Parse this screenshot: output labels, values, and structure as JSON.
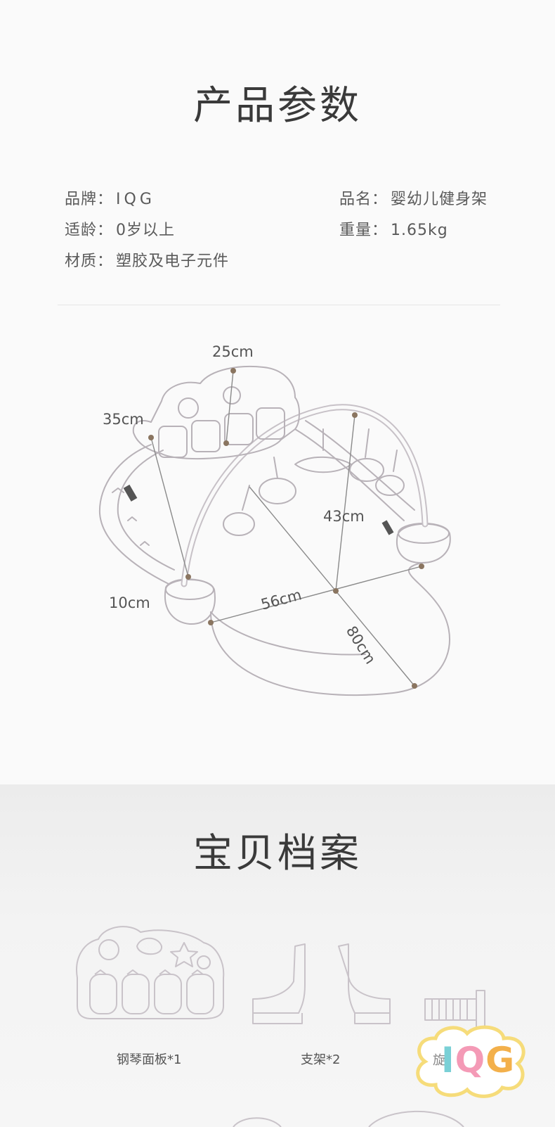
{
  "params": {
    "title": "产品参数",
    "specs": [
      {
        "label": "品牌：",
        "value": "IQG"
      },
      {
        "label": "品名：",
        "value": "婴幼儿健身架"
      },
      {
        "label": "适龄：",
        "value": "0岁以上"
      },
      {
        "label": "重量：",
        "value": "1.65kg"
      },
      {
        "label": "材质：",
        "value": "塑胶及电子元件"
      }
    ]
  },
  "dimensions": {
    "width_top": "25cm",
    "height_panel": "35cm",
    "arch_height": "43cm",
    "base_height": "10cm",
    "mat_width": "56cm",
    "mat_length": "80cm"
  },
  "archive": {
    "title": "宝贝档案",
    "parts": [
      {
        "label": "钢琴面板*1"
      },
      {
        "label": "支架*2"
      },
      {
        "label": "旋"
      }
    ]
  },
  "brand": {
    "logo_letters": [
      "I",
      "Q",
      "G"
    ]
  },
  "colors": {
    "dot": "#8a7560",
    "line": "#9a9a9a",
    "sketch": "#b8b2b8"
  }
}
